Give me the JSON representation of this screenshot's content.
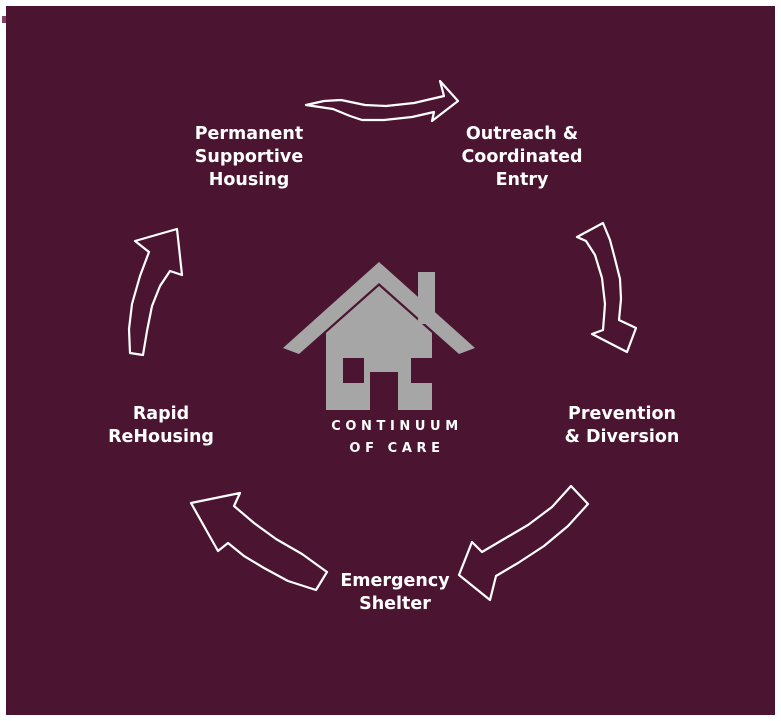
{
  "title": {
    "line1": "CONTINUUM",
    "line2": "OF CARE"
  },
  "stages": [
    {
      "lines": [
        "Outreach &",
        "Coordinated",
        "Entry"
      ]
    },
    {
      "lines": [
        "Prevention",
        "& Diversion"
      ]
    },
    {
      "lines": [
        "Emergency",
        "Shelter"
      ]
    },
    {
      "lines": [
        "Rapid",
        "ReHousing"
      ]
    },
    {
      "lines": [
        "Permanent",
        "Supportive",
        "Housing"
      ]
    }
  ],
  "colors": {
    "background": "#4b1532",
    "house": "#a6a6a6",
    "arrow_outline": "#ffffff",
    "text": "#ffffff"
  },
  "icons": {
    "center": "house-icon",
    "connector": "curved-arrow-icon"
  }
}
